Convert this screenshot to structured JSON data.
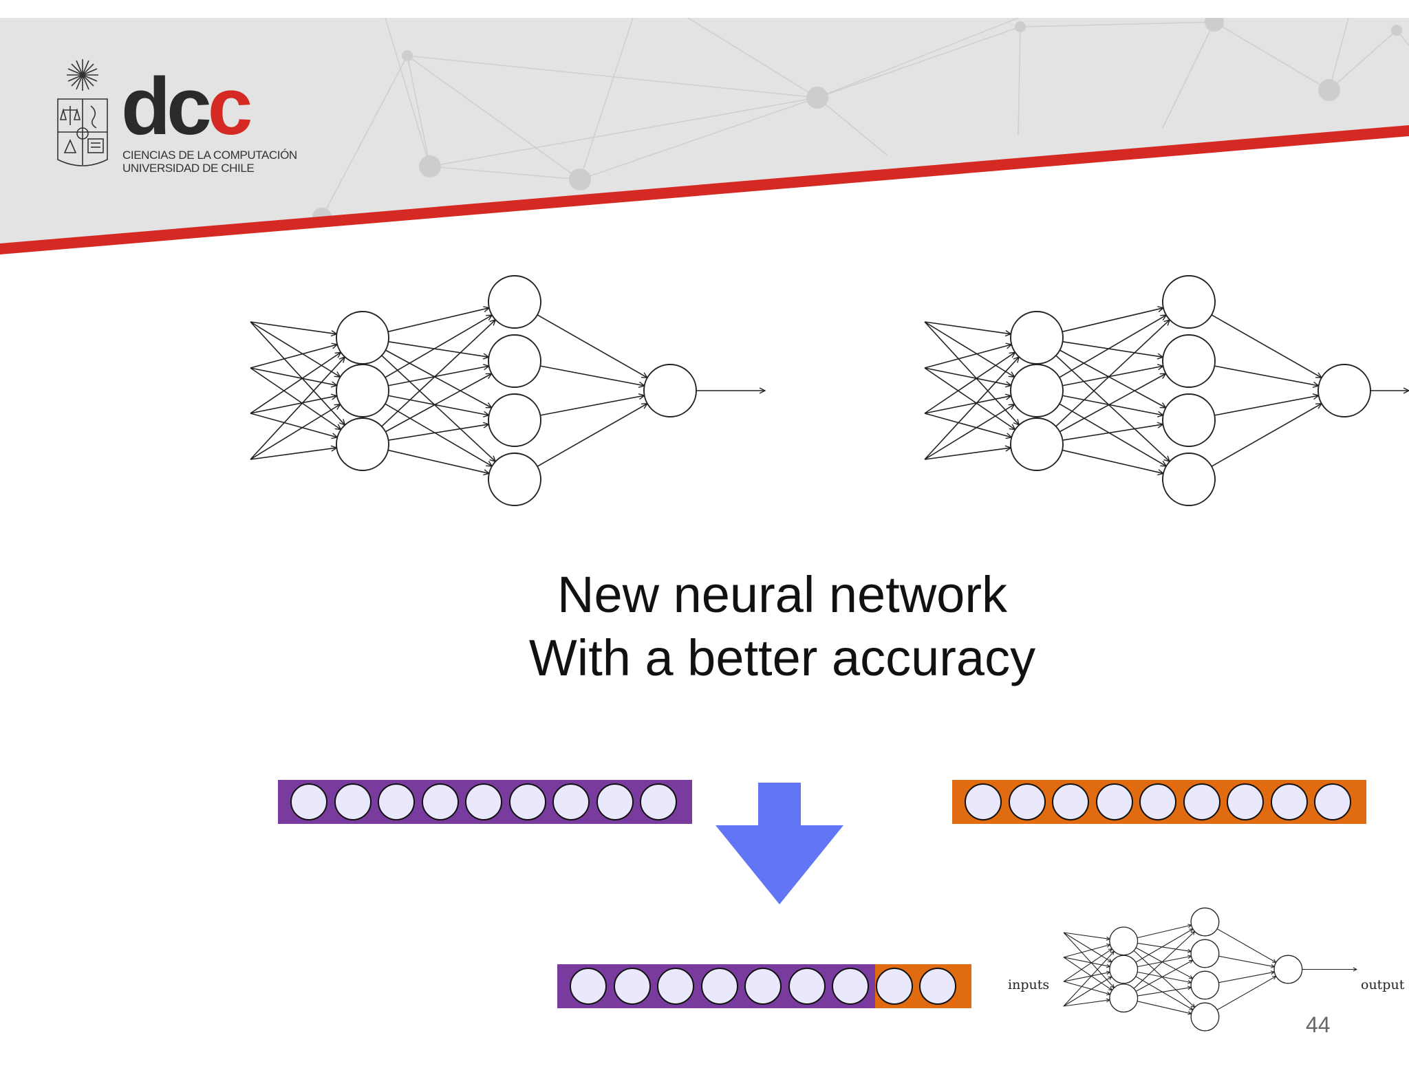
{
  "brand": {
    "logo_word_dark": "dc",
    "logo_word_red": "c",
    "subtitle_line1": "CIENCIAS DE LA COMPUTACIÓN",
    "subtitle_line2": "UNIVERSIDAD DE CHILE"
  },
  "caption": {
    "line1": "New neural network",
    "line2": "With a better accuracy"
  },
  "mini_network": {
    "input_label": "inputs",
    "output_label": "output"
  },
  "vectors": {
    "left_color": "#7a3b9e",
    "right_color": "#e06b10",
    "cell_fill": "#e9e8fd",
    "arrow_color": "#6275f5",
    "left_cells": 9,
    "right_cells": 9,
    "merged_left_cells": 7,
    "merged_right_cells": 2
  },
  "colors": {
    "header_band": "#e3e3e3",
    "header_stripe": "#d52a24"
  },
  "page_number": "44"
}
